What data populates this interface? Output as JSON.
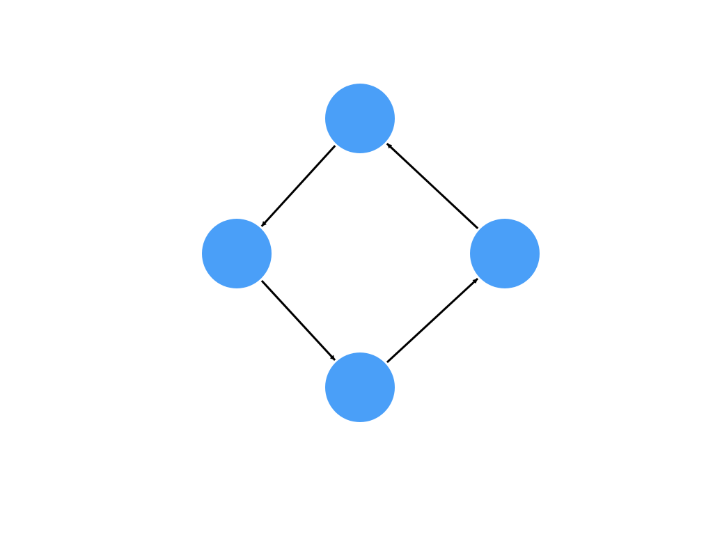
{
  "diagram": {
    "type": "directed-cycle",
    "node_color": "#4A9FF8",
    "edge_color": "#000000",
    "nodes": [
      {
        "id": "top"
      },
      {
        "id": "left"
      },
      {
        "id": "bottom"
      },
      {
        "id": "right"
      }
    ],
    "edges": [
      {
        "from": "top",
        "to": "left"
      },
      {
        "from": "left",
        "to": "bottom"
      },
      {
        "from": "bottom",
        "to": "right"
      },
      {
        "from": "right",
        "to": "top"
      }
    ]
  }
}
